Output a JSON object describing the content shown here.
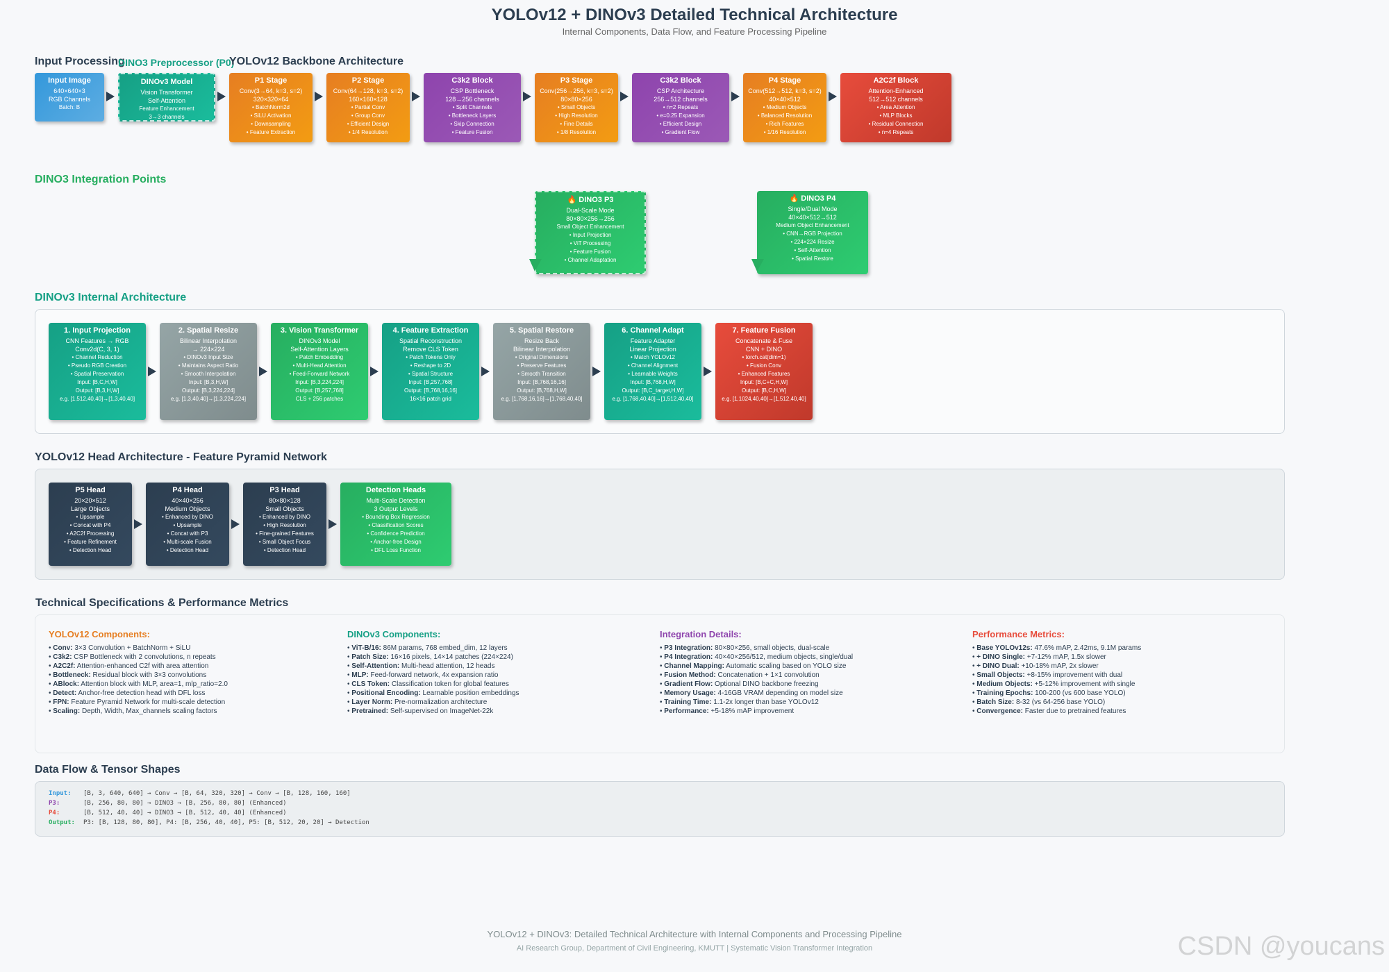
{
  "title": "YOLOv12 + DINOv3 Detailed Technical Architecture",
  "subtitle": "Internal Components, Data Flow, and Feature Processing Pipeline",
  "sections": {
    "input_processing": "Input Processing",
    "dino_preprocessor": "DINO3 Preprocessor (P0)",
    "backbone": "YOLOv12 Backbone Architecture",
    "integration": "DINO3 Integration Points",
    "dino_internal": "DINOv3 Internal Architecture",
    "head": "YOLOv12 Head Architecture - Feature Pyramid Network",
    "specs": "Technical Specifications & Performance Metrics",
    "dataflow": "Data Flow & Tensor Shapes"
  },
  "backbone_blocks": [
    {
      "title": "Input Image",
      "lines": [
        "640×640×3",
        "RGB Channels",
        "Batch: B"
      ]
    },
    {
      "title": "DINOv3 Model",
      "lines": [
        "Vision Transformer",
        "Self-Attention",
        "Feature Enhancement",
        "3→3 channels"
      ]
    },
    {
      "title": "P1 Stage",
      "lines": [
        "Conv(3→64, k=3, s=2)",
        "320×320×64",
        "• BatchNorm2d",
        "• SiLU Activation",
        "• Downsampling",
        "• Feature Extraction"
      ]
    },
    {
      "title": "P2 Stage",
      "lines": [
        "Conv(64→128, k=3, s=2)",
        "160×160×128",
        "• Partial Conv",
        "• Group Conv",
        "• Efficient Design",
        "• 1/4 Resolution"
      ]
    },
    {
      "title": "C3k2 Block",
      "lines": [
        "CSP Bottleneck",
        "128→256 channels",
        "• Split Channels",
        "• Bottleneck Layers",
        "• Skip Connection",
        "• Feature Fusion"
      ]
    },
    {
      "title": "P3 Stage",
      "lines": [
        "Conv(256→256, k=3, s=2)",
        "80×80×256",
        "• Small Objects",
        "• High Resolution",
        "• Fine Details",
        "• 1/8 Resolution"
      ]
    },
    {
      "title": "C3k2 Block",
      "lines": [
        "CSP Architecture",
        "256→512 channels",
        "• n=2 Repeats",
        "• e=0.25 Expansion",
        "• Efficient Design",
        "• Gradient Flow"
      ]
    },
    {
      "title": "P4 Stage",
      "lines": [
        "Conv(512→512, k=3, s=2)",
        "40×40×512",
        "• Medium Objects",
        "• Balanced Resolution",
        "• Rich Features",
        "• 1/16 Resolution"
      ]
    },
    {
      "title": "A2C2f Block",
      "lines": [
        "Attention-Enhanced",
        "512→512 channels",
        "• Area Attention",
        "• MLP Blocks",
        "• Residual Connection",
        "• n=4 Repeats"
      ]
    }
  ],
  "integration_blocks": [
    {
      "title": "🔥 DINO3 P3",
      "lines": [
        "Dual-Scale Mode",
        "80×80×256→256",
        "Small Object Enhancement",
        "• Input Projection",
        "• ViT Processing",
        "• Feature Fusion",
        "• Channel Adaptation"
      ]
    },
    {
      "title": "🔥 DINO3 P4",
      "lines": [
        "Single/Dual Mode",
        "40×40×512→512",
        "Medium Object Enhancement",
        "• CNN→RGB Projection",
        "• 224×224 Resize",
        "• Self-Attention",
        "• Spatial Restore"
      ]
    }
  ],
  "dino_internal_blocks": [
    {
      "title": "1. Input Projection",
      "lines": [
        "CNN Features → RGB",
        "Conv2d(C, 3, 1)",
        "• Channel Reduction",
        "• Pseudo RGB Creation",
        "• Spatial Preservation",
        "Input: [B,C,H,W]",
        "Output: [B,3,H,W]",
        "e.g. [1,512,40,40]→[1,3,40,40]"
      ]
    },
    {
      "title": "2. Spatial Resize",
      "lines": [
        "Bilinear Interpolation",
        "→ 224×224",
        "• DINOv3 Input Size",
        "• Maintains Aspect Ratio",
        "• Smooth Interpolation",
        "Input: [B,3,H,W]",
        "Output: [B,3,224,224]",
        "e.g. [1,3,40,40]→[1,3,224,224]"
      ]
    },
    {
      "title": "3. Vision Transformer",
      "lines": [
        "DINOv3 Model",
        "Self-Attention Layers",
        "• Patch Embedding",
        "• Multi-Head Attention",
        "• Feed-Forward Network",
        "Input: [B,3,224,224]",
        "Output: [B,257,768]",
        "CLS + 256 patches"
      ]
    },
    {
      "title": "4. Feature Extraction",
      "lines": [
        "Spatial Reconstruction",
        "Remove CLS Token",
        "• Patch Tokens Only",
        "• Reshape to 2D",
        "• Spatial Structure",
        "Input: [B,257,768]",
        "Output: [B,768,16,16]",
        "16×16 patch grid"
      ]
    },
    {
      "title": "5. Spatial Restore",
      "lines": [
        "Resize Back",
        "Bilinear Interpolation",
        "• Original Dimensions",
        "• Preserve Features",
        "• Smooth Transition",
        "Input: [B,768,16,16]",
        "Output: [B,768,H,W]",
        "e.g. [1,768,16,16]→[1,768,40,40]"
      ]
    },
    {
      "title": "6. Channel Adapt",
      "lines": [
        "Feature Adapter",
        "Linear Projection",
        "• Match YOLOv12",
        "• Channel Alignment",
        "• Learnable Weights",
        "Input: [B,768,H,W]",
        "Output: [B,C_target,H,W]",
        "e.g. [1,768,40,40]→[1,512,40,40]"
      ]
    },
    {
      "title": "7. Feature Fusion",
      "lines": [
        "Concatenate & Fuse",
        "CNN + DINO",
        "• torch.cat(dim=1)",
        "• Fusion Conv",
        "• Enhanced Features",
        "Input: [B,C+C,H,W]",
        "Output: [B,C,H,W]",
        "e.g. [1,1024,40,40]→[1,512,40,40]"
      ]
    }
  ],
  "head_blocks": [
    {
      "title": "P5 Head",
      "lines": [
        "20×20×512",
        "Large Objects",
        "• Upsample",
        "• Concat with P4",
        "• A2C2f Processing",
        "• Feature Refinement",
        "• Detection Head"
      ]
    },
    {
      "title": "P4 Head",
      "lines": [
        "40×40×256",
        "Medium Objects",
        "• Enhanced by DINO",
        "• Upsample",
        "• Concat with P3",
        "• Multi-scale Fusion",
        "• Detection Head"
      ]
    },
    {
      "title": "P3 Head",
      "lines": [
        "80×80×128",
        "Small Objects",
        "• Enhanced by DINO",
        "• High Resolution",
        "• Fine-grained Features",
        "• Small Object Focus",
        "• Detection Head"
      ]
    },
    {
      "title": "Detection Heads",
      "lines": [
        "Multi-Scale Detection",
        "3 Output Levels",
        "• Bounding Box Regression",
        "• Classification Scores",
        "• Confidence Prediction",
        "• Anchor-free Design",
        "• DFL Loss Function"
      ]
    }
  ],
  "specs": [
    {
      "heading": "YOLOv12 Components:",
      "color": "#e67e22",
      "items": [
        {
          "k": "Conv:",
          "v": "3×3 Convolution + BatchNorm + SiLU"
        },
        {
          "k": "C3k2:",
          "v": "CSP Bottleneck with 2 convolutions, n repeats"
        },
        {
          "k": "A2C2f:",
          "v": "Attention-enhanced C2f with area attention"
        },
        {
          "k": "Bottleneck:",
          "v": "Residual block with 3×3 convolutions"
        },
        {
          "k": "ABlock:",
          "v": "Attention block with MLP, area=1, mlp_ratio=2.0"
        },
        {
          "k": "Detect:",
          "v": "Anchor-free detection head with DFL loss"
        },
        {
          "k": "FPN:",
          "v": "Feature Pyramid Network for multi-scale detection"
        },
        {
          "k": "Scaling:",
          "v": "Depth, Width, Max_channels scaling factors"
        }
      ]
    },
    {
      "heading": "DINOv3 Components:",
      "color": "#16a085",
      "items": [
        {
          "k": "ViT-B/16:",
          "v": "86M params, 768 embed_dim, 12 layers"
        },
        {
          "k": "Patch Size:",
          "v": "16×16 pixels, 14×14 patches (224×224)"
        },
        {
          "k": "Self-Attention:",
          "v": "Multi-head attention, 12 heads"
        },
        {
          "k": "MLP:",
          "v": "Feed-forward network, 4x expansion ratio"
        },
        {
          "k": "CLS Token:",
          "v": "Classification token for global features"
        },
        {
          "k": "Positional Encoding:",
          "v": "Learnable position embeddings"
        },
        {
          "k": "Layer Norm:",
          "v": "Pre-normalization architecture"
        },
        {
          "k": "Pretrained:",
          "v": "Self-supervised on ImageNet-22k"
        }
      ]
    },
    {
      "heading": "Integration Details:",
      "color": "#8e44ad",
      "items": [
        {
          "k": "P3 Integration:",
          "v": "80×80×256, small objects, dual-scale"
        },
        {
          "k": "P4 Integration:",
          "v": "40×40×256/512, medium objects, single/dual"
        },
        {
          "k": "Channel Mapping:",
          "v": "Automatic scaling based on YOLO size"
        },
        {
          "k": "Fusion Method:",
          "v": "Concatenation + 1×1 convolution"
        },
        {
          "k": "Gradient Flow:",
          "v": "Optional DINO backbone freezing"
        },
        {
          "k": "Memory Usage:",
          "v": "4-16GB VRAM depending on model size"
        },
        {
          "k": "Training Time:",
          "v": "1.1-2x longer than base YOLOv12"
        },
        {
          "k": "Performance:",
          "v": "+5-18% mAP improvement"
        }
      ]
    },
    {
      "heading": "Performance Metrics:",
      "color": "#e74c3c",
      "items": [
        {
          "k": "Base YOLOv12s:",
          "v": "47.6% mAP, 2.42ms, 9.1M params"
        },
        {
          "k": "+ DINO Single:",
          "v": "+7-12% mAP, 1.5x slower"
        },
        {
          "k": "+ DINO Dual:",
          "v": "+10-18% mAP, 2x slower"
        },
        {
          "k": "Small Objects:",
          "v": "+8-15% improvement with dual"
        },
        {
          "k": "Medium Objects:",
          "v": "+5-12% improvement with single"
        },
        {
          "k": "Training Epochs:",
          "v": "100-200 (vs 600 base YOLO)"
        },
        {
          "k": "Batch Size:",
          "v": "8-32 (vs 64-256 base YOLO)"
        },
        {
          "k": "Convergence:",
          "v": "Faster due to pretrained features"
        }
      ]
    }
  ],
  "dataflow": [
    {
      "label": "Input:",
      "color": "#3498db",
      "text": "[B, 3, 640, 640] → Conv → [B, 64, 320, 320] → Conv → [B, 128, 160, 160]"
    },
    {
      "label": "P3:",
      "color": "#8e44ad",
      "text": "[B, 256, 80, 80] → DINO3 → [B, 256, 80, 80] (Enhanced)"
    },
    {
      "label": "P4:",
      "color": "#e74c3c",
      "text": "[B, 512, 40, 40] → DINO3 → [B, 512, 40, 40] (Enhanced)"
    },
    {
      "label": "Output:",
      "color": "#27ae60",
      "text": "P3: [B, 128, 80, 80], P4: [B, 256, 40, 40], P5: [B, 512, 20, 20] → Detection"
    }
  ],
  "footer": {
    "line1": "YOLOv12 + DINOv3: Detailed Technical Architecture with Internal Components and Processing Pipeline",
    "line2": "AI Research Group, Department of Civil Engineering, KMUTT | Systematic Vision Transformer Integration"
  },
  "watermark": "CSDN @youcans"
}
